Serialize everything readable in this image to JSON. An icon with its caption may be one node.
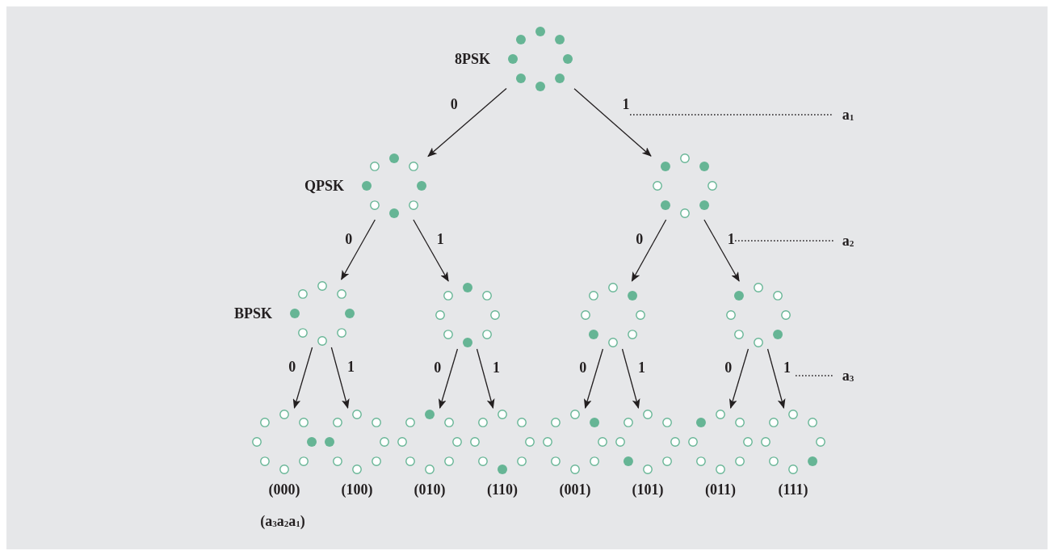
{
  "diagram": {
    "nodes": [
      {
        "text": [],
        "shape": "circle",
        "beside": [
          "8PSK"
        ]
      },
      {
        "text": [],
        "shape": "circle",
        "beside": [
          "QPSK"
        ]
      },
      {
        "text": [],
        "shape": "circle"
      },
      {
        "text": [],
        "shape": "circle",
        "beside": [
          "BPSK"
        ]
      },
      {
        "text": [],
        "shape": "circle"
      },
      {
        "text": [],
        "shape": "circle"
      },
      {
        "text": [],
        "shape": "circle"
      },
      {
        "text": [],
        "shape": "circle",
        "beside": [
          "(000)"
        ]
      },
      {
        "text": [],
        "shape": "circle",
        "beside": [
          "(100)"
        ]
      },
      {
        "text": [],
        "shape": "circle",
        "beside": [
          "(010)"
        ]
      },
      {
        "text": [],
        "shape": "circle",
        "beside": [
          "(110)"
        ]
      },
      {
        "text": [],
        "shape": "circle",
        "beside": [
          "(001)"
        ]
      },
      {
        "text": [],
        "shape": "circle",
        "beside": [
          "(101)"
        ]
      },
      {
        "text": [],
        "shape": "circle",
        "beside": [
          "(011)"
        ]
      },
      {
        "text": [],
        "shape": "circle",
        "beside": [
          "(111)"
        ]
      }
    ],
    "edges": [
      {
        "from": 0,
        "to": 1,
        "arrow": "to",
        "label": "0"
      },
      {
        "from": 0,
        "to": 2,
        "arrow": "to",
        "label": "1"
      },
      {
        "from": 1,
        "to": 3,
        "arrow": "to",
        "label": "0"
      },
      {
        "from": 1,
        "to": 4,
        "arrow": "to",
        "label": "1"
      },
      {
        "from": 2,
        "to": 5,
        "arrow": "to",
        "label": "0"
      },
      {
        "from": 2,
        "to": 6,
        "arrow": "to",
        "label": "1"
      },
      {
        "from": 3,
        "to": 7,
        "arrow": "to",
        "label": "0"
      },
      {
        "from": 3,
        "to": 8,
        "arrow": "to",
        "label": "1"
      },
      {
        "from": 4,
        "to": 9,
        "arrow": "to",
        "label": "0"
      },
      {
        "from": 4,
        "to": 10,
        "arrow": "to",
        "label": "1"
      },
      {
        "from": 5,
        "to": 11,
        "arrow": "to",
        "label": "0"
      },
      {
        "from": 5,
        "to": 12,
        "arrow": "to",
        "label": "1"
      },
      {
        "from": 6,
        "to": 13,
        "arrow": "to",
        "label": "0"
      },
      {
        "from": 6,
        "to": 14,
        "arrow": "to",
        "label": "1"
      }
    ],
    "labels": [
      "a$_{1}$",
      "a$_{2}$",
      "a$_{3}$",
      "(a$_{3}$a$_{2}$a$_{1}$)"
    ]
  }
}
